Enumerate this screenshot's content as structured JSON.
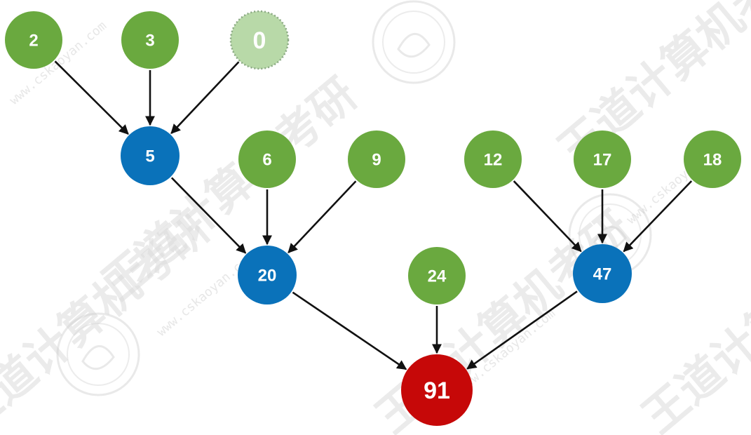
{
  "diagram": {
    "colors": {
      "leaf": "#6aa93f",
      "placeholder": "#b8d9a8",
      "placeholder_border": "#8aa882",
      "internal": "#0a72ba",
      "root": "#c60808",
      "edge": "#111111"
    },
    "nodes": [
      {
        "id": "n2",
        "label": "2",
        "kind": "leaf"
      },
      {
        "id": "n3",
        "label": "3",
        "kind": "leaf"
      },
      {
        "id": "n0",
        "label": "0",
        "kind": "placeholder"
      },
      {
        "id": "n5",
        "label": "5",
        "kind": "internal"
      },
      {
        "id": "n6",
        "label": "6",
        "kind": "leaf"
      },
      {
        "id": "n9",
        "label": "9",
        "kind": "leaf"
      },
      {
        "id": "n12",
        "label": "12",
        "kind": "leaf"
      },
      {
        "id": "n17",
        "label": "17",
        "kind": "leaf"
      },
      {
        "id": "n18",
        "label": "18",
        "kind": "leaf"
      },
      {
        "id": "n20",
        "label": "20",
        "kind": "internal"
      },
      {
        "id": "n24",
        "label": "24",
        "kind": "leaf"
      },
      {
        "id": "n47",
        "label": "47",
        "kind": "internal"
      },
      {
        "id": "n91",
        "label": "91",
        "kind": "root"
      }
    ],
    "edges": [
      {
        "from": "n2",
        "to": "n5"
      },
      {
        "from": "n3",
        "to": "n5"
      },
      {
        "from": "n0",
        "to": "n5"
      },
      {
        "from": "n5",
        "to": "n20"
      },
      {
        "from": "n6",
        "to": "n20"
      },
      {
        "from": "n9",
        "to": "n20"
      },
      {
        "from": "n12",
        "to": "n47"
      },
      {
        "from": "n17",
        "to": "n47"
      },
      {
        "from": "n18",
        "to": "n47"
      },
      {
        "from": "n20",
        "to": "n91"
      },
      {
        "from": "n24",
        "to": "n91"
      },
      {
        "from": "n47",
        "to": "n91"
      }
    ]
  },
  "watermark": {
    "brand": "王道计算机考研",
    "url": "www.cskaoyan.com"
  }
}
